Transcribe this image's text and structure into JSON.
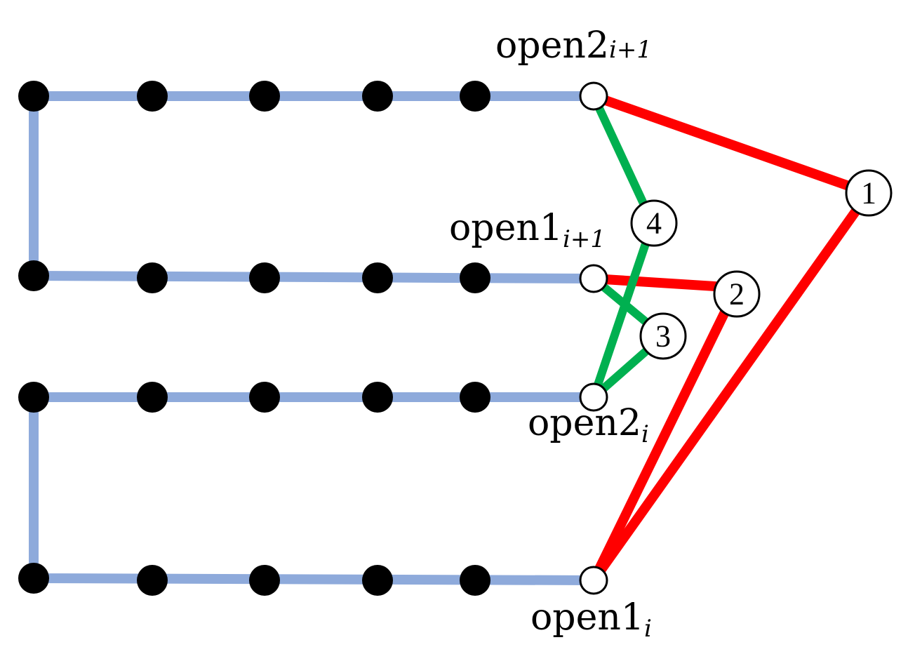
{
  "colors": {
    "path": "#8eaadb",
    "red_edge": "#ff0000",
    "green_edge": "#00b050",
    "filled_node": "#000000",
    "open_node_fill": "#ffffff",
    "open_node_stroke": "#000000"
  },
  "labels": {
    "open2_next": {
      "main": "open2",
      "sub": "i+1"
    },
    "open1_next": {
      "main": "open1",
      "sub": "i+1"
    },
    "open2_cur": {
      "main": "open2",
      "sub": "i"
    },
    "open1_cur": {
      "main": "open1",
      "sub": "i"
    }
  },
  "numbered_nodes": {
    "n1": "1",
    "n2": "2",
    "n3": "3",
    "n4": "4"
  }
}
